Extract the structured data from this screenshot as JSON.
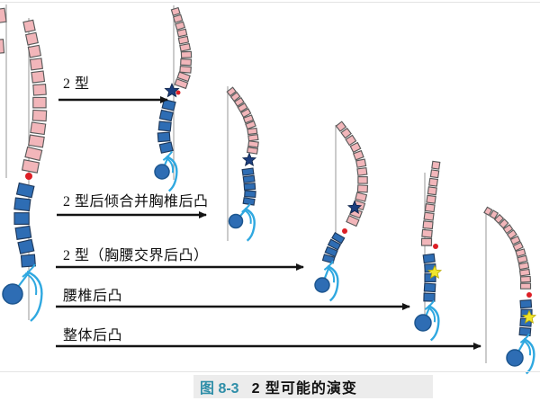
{
  "figure": {
    "arrows": [
      {
        "label": "2 型"
      },
      {
        "label": "2 型后倾合并胸椎后凸"
      },
      {
        "label": "2 型（胸腰交界后凸）"
      },
      {
        "label": "腰椎后凸"
      },
      {
        "label": "整体后凸"
      }
    ],
    "caption": {
      "number": "图 8-3",
      "title": "2 型可能的演变"
    },
    "markers": {
      "red_dot": {
        "name": "red-dot-marker",
        "color": "#dd1f26"
      },
      "navy_star": {
        "name": "navy-star-marker",
        "color": "#1c3e7e"
      },
      "yellow_star": {
        "name": "yellow-star-marker",
        "color": "#f0e52e"
      }
    },
    "colors": {
      "thoracic_pink": "#f2b6ba",
      "pink_stroke": "#5a5a5a",
      "lumbar_blue": "#2e6db4",
      "blue_stroke": "#203a5c",
      "pelvis_light_blue": "#2fa8e0",
      "pelvis_circle_stroke": "#1d568f",
      "plumb_line_gray": "#979797",
      "arrow_black": "#141414",
      "caption_teal": "#2e8ea8",
      "caption_bar_gray": "#ececec"
    }
  }
}
